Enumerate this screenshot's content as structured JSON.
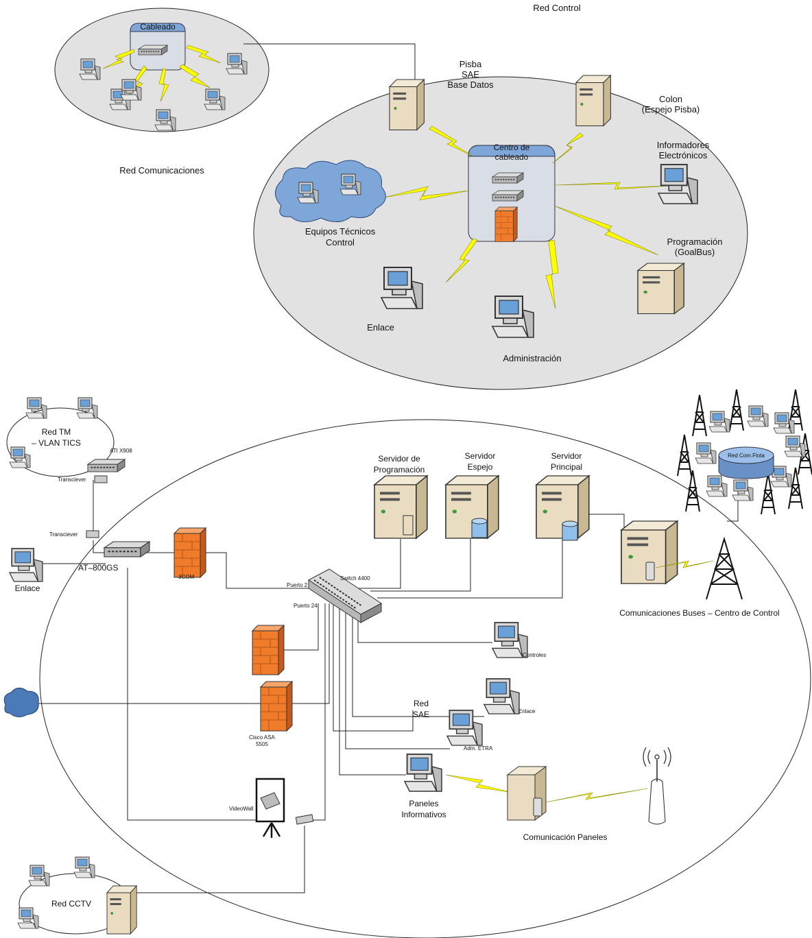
{
  "upper": {
    "title": "Red Control",
    "comms_network_label": "Red Comunicaciones",
    "comms_hub_label": "Cableado",
    "center_label_line1": "Centro de",
    "center_label_line2": "cableado",
    "nodes": {
      "pisba": [
        "Pisba",
        "SAE",
        "Base Datos"
      ],
      "colon": [
        "Colon",
        "(Espejo Pisba)"
      ],
      "informadores": [
        "Informadores",
        "Electrónicos"
      ],
      "programacion": [
        "Programación",
        "(GoalBus)"
      ],
      "equipos": [
        "Equipos Técnicos",
        "Control"
      ],
      "enlace": "Enlace",
      "administracion": "Administración"
    }
  },
  "lower": {
    "red_tm": [
      "Red TM",
      "– VLAN TICS"
    ],
    "ati": "ATI X908",
    "transciever_1": "Transciever",
    "transciever_2": "Transciever",
    "at800": "AT–800GS",
    "enlace_left": "Enlace",
    "firewall_3com": "3COM",
    "puerto2": "Puerto 2",
    "puerto24": "Puerto 24",
    "switch4400": "Switch 4400",
    "servidor_prog": [
      "Servidor de",
      "Programación"
    ],
    "servidor_espejo": [
      "Servidor",
      "Espejo"
    ],
    "servidor_principal": [
      "Servidor",
      "Principal"
    ],
    "red_com_flota": "Red Com.Flota",
    "comunicaciones_buses": "Comunicaciones Buses – Centro de Control",
    "controles": "Controles",
    "enlace_right": "Enlace",
    "red_sae": [
      "Red",
      "SAE"
    ],
    "adm_etra": "Adm. ETRA",
    "cisco": [
      "Cisco ASA",
      "5505"
    ],
    "paneles": [
      "Paneles",
      "Informativos"
    ],
    "comunicacion_paneles": "Comunicación Paneles",
    "videowall": "VideoWall",
    "red_cctv": "Red CCTV"
  },
  "colors": {
    "network_fill": "#e2e2e2",
    "hub_fill": "#7ea6d8",
    "bolt": "#ffff00",
    "firewall": "#f07b2a",
    "server": "#e9dcc0"
  }
}
